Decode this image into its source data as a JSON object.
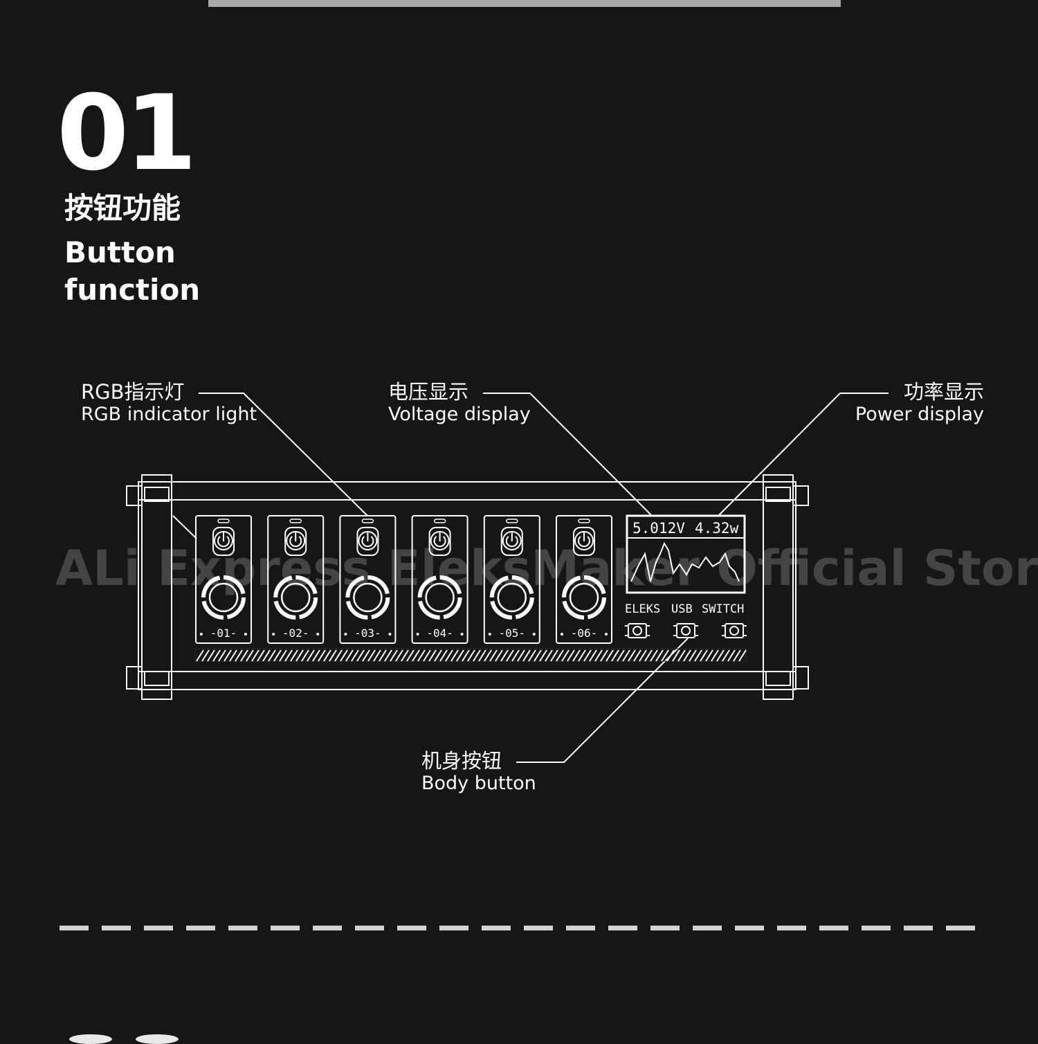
{
  "section": {
    "number": "01",
    "title_cn": "按钮功能",
    "title_en_line1": "Button",
    "title_en_line2": "function"
  },
  "callouts": {
    "rgb": {
      "cn": "RGB指示灯",
      "en": "RGB indicator light"
    },
    "voltage": {
      "cn": "电压显示",
      "en": "Voltage display"
    },
    "power": {
      "cn": "功率显示",
      "en": "Power display"
    },
    "body": {
      "cn": "机身按钮",
      "en": "Body button"
    }
  },
  "device": {
    "ports": [
      "-01-",
      "-02-",
      "-03-",
      "-04-",
      "-05-",
      "-06-"
    ],
    "screen_voltage": "5.012V",
    "screen_power": "4.32w",
    "brand_words": [
      "ELEKS",
      "USB",
      "SWITCH"
    ],
    "icons": [
      "power-icon",
      "round-button-icon",
      "tactile-button-icon"
    ]
  },
  "watermark": "ALi Express EleksMaker Official Store",
  "colors": {
    "background": "#161616",
    "line": "#ffffff",
    "top_bar": "#a7a7a7",
    "divider": "#d2d2d2"
  }
}
